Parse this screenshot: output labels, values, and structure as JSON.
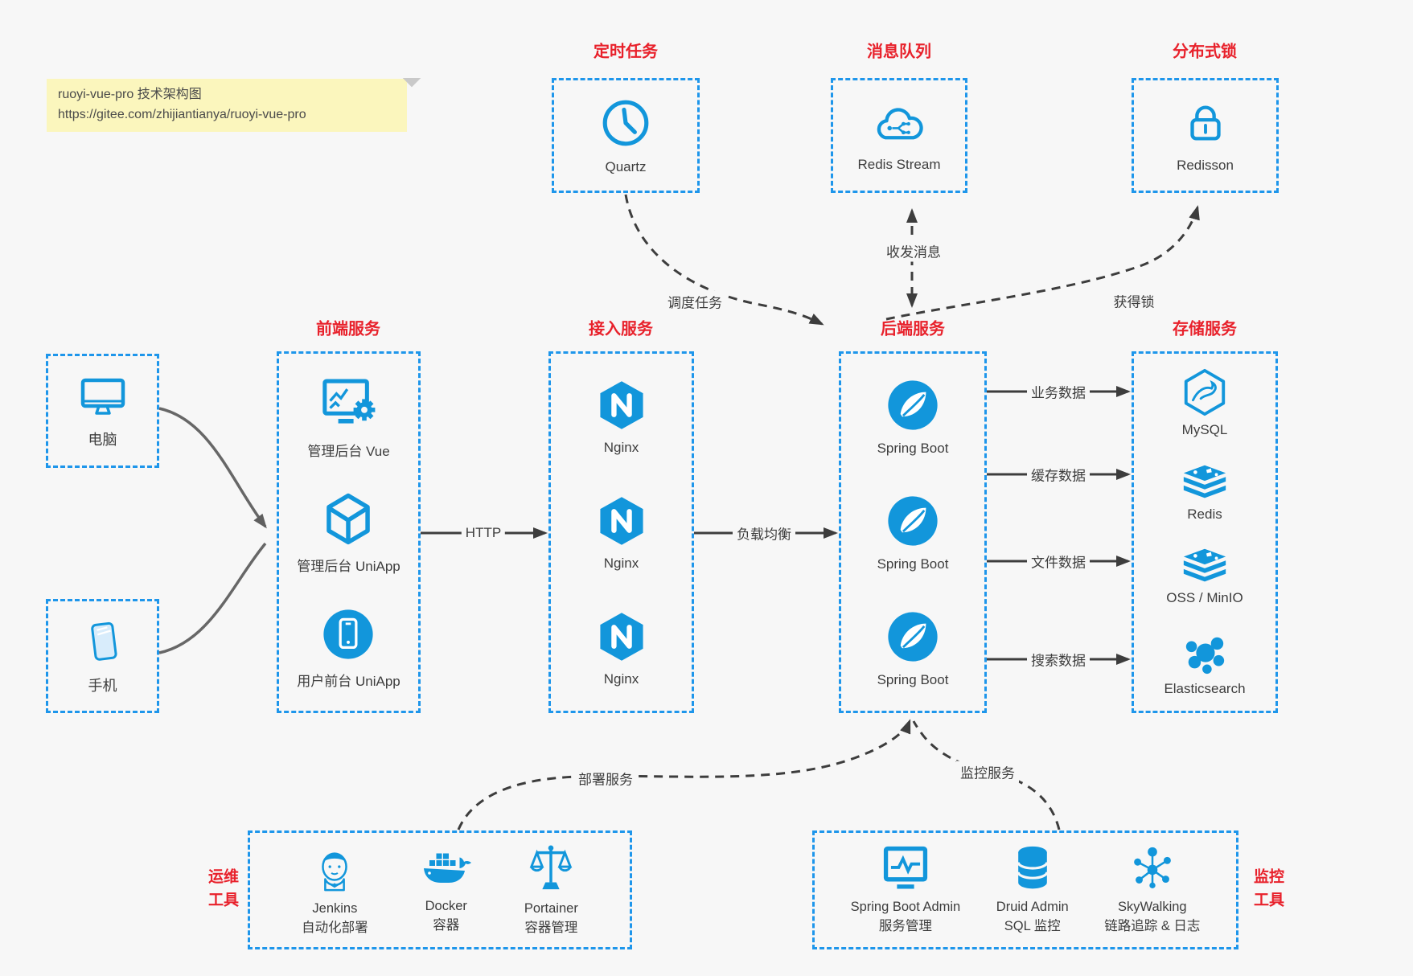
{
  "note": {
    "line1": "ruoyi-vue-pro 技术架构图",
    "line2": "https://gitee.com/zhijiantianya/ruoyi-vue-pro"
  },
  "top_boxes": {
    "scheduler": {
      "title": "定时任务",
      "label": "Quartz",
      "icon": "clock"
    },
    "mq": {
      "title": "消息队列",
      "label": "Redis Stream",
      "icon": "cloud-stream"
    },
    "lock": {
      "title": "分布式锁",
      "label": "Redisson",
      "icon": "lock"
    }
  },
  "clients": {
    "pc": {
      "label": "电脑",
      "icon": "desktop"
    },
    "phone": {
      "label": "手机",
      "icon": "mobile"
    }
  },
  "columns": {
    "frontend": {
      "title": "前端服务",
      "items": [
        {
          "label": "管理后台 Vue"
        },
        {
          "label": "管理后台 UniApp"
        },
        {
          "label": "用户前台 UniApp"
        }
      ]
    },
    "gateway": {
      "title": "接入服务",
      "items": [
        {
          "label": "Nginx"
        },
        {
          "label": "Nginx"
        },
        {
          "label": "Nginx"
        }
      ]
    },
    "backend": {
      "title": "后端服务",
      "items": [
        {
          "label": "Spring Boot"
        },
        {
          "label": "Spring Boot"
        },
        {
          "label": "Spring Boot"
        }
      ]
    },
    "storage": {
      "title": "存储服务",
      "items": [
        {
          "label": "MySQL"
        },
        {
          "label": "Redis"
        },
        {
          "label": "OSS / MinIO"
        },
        {
          "label": "Elasticsearch"
        }
      ]
    }
  },
  "edges": {
    "http": "HTTP",
    "load_balance": "负载均衡",
    "business_data": "业务数据",
    "cache_data": "缓存数据",
    "file_data": "文件数据",
    "search_data": "搜索数据",
    "schedule_task": "调度任务",
    "send_receive_msg": "收发消息",
    "acquire_lock": "获得锁",
    "deploy_service": "部署服务",
    "monitor_service": "监控服务"
  },
  "ops": {
    "side_title_line1": "运维",
    "side_title_line2": "工具",
    "items": [
      {
        "name": "Jenkins",
        "desc": "自动化部署",
        "icon": "jenkins"
      },
      {
        "name": "Docker",
        "desc": "容器",
        "icon": "docker"
      },
      {
        "name": "Portainer",
        "desc": "容器管理",
        "icon": "portainer"
      }
    ]
  },
  "monitoring": {
    "side_title_line1": "监控",
    "side_title_line2": "工具",
    "items": [
      {
        "name": "Spring Boot Admin",
        "desc": "服务管理",
        "icon": "sba"
      },
      {
        "name": "Druid Admin",
        "desc": "SQL 监控",
        "icon": "druid"
      },
      {
        "name": "SkyWalking",
        "desc": "链路追踪 & 日志",
        "icon": "skywalking"
      }
    ]
  },
  "colors": {
    "border_blue": "#1e96eb",
    "icon_blue": "#1296db",
    "title_red": "#e8212b",
    "arrow_dark": "#3d3d3d",
    "note_bg": "#fbf6bd",
    "background": "#f7f7f7"
  }
}
